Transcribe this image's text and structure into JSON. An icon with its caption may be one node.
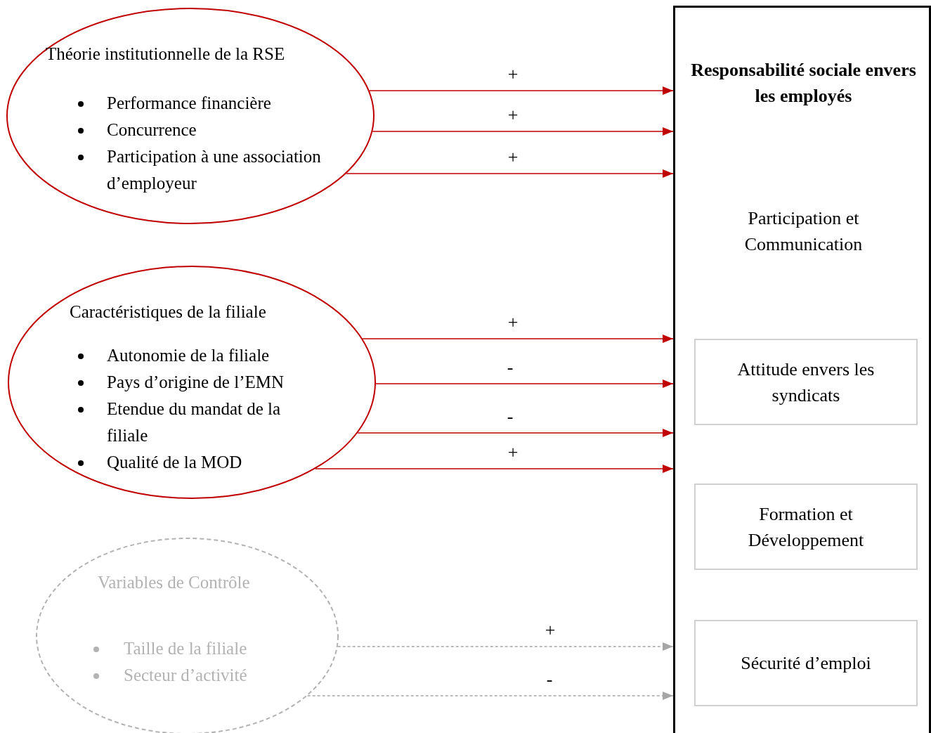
{
  "diagram": {
    "nodes": [
      {
        "text": [
          "Théorie institutionnelle de la RSE",
          "Performance financière",
          "Concurrence",
          "Participation à une association d’employeur"
        ]
      },
      {
        "text": [
          "Caractéristiques de la filiale",
          "Autonomie de la filiale",
          "Pays d’origine de l’EMN",
          "Etendue du mandat de la filiale",
          "Qualité de la MOD"
        ]
      },
      {
        "text": [
          "Variables de Contrôle",
          "Taille de la filiale",
          "Secteur d’activité"
        ]
      },
      {
        "text": [
          "Responsabilité sociale envers les employés",
          "Participation et Communication"
        ]
      },
      {
        "text": [
          "Attitude envers les syndicats"
        ],
        "in": 3
      },
      {
        "text": [
          "Formation et Développement"
        ],
        "in": 3
      },
      {
        "text": [
          "Sécurité d’emploi"
        ],
        "in": 3
      }
    ],
    "edges": [
      {
        "from": 0,
        "to": 3,
        "arrow": "to",
        "label": "+"
      },
      {
        "from": 0,
        "to": 3,
        "arrow": "to",
        "label": "+"
      },
      {
        "from": 0,
        "to": 3,
        "arrow": "to",
        "label": "+"
      },
      {
        "from": 1,
        "to": 3,
        "arrow": "to",
        "label": "+"
      },
      {
        "from": 1,
        "to": 3,
        "arrow": "to",
        "label": "-"
      },
      {
        "from": 1,
        "to": 3,
        "arrow": "to",
        "label": "-"
      },
      {
        "from": 1,
        "to": 3,
        "arrow": "to",
        "label": "+"
      },
      {
        "from": 2,
        "to": 3,
        "arrow": "to",
        "label": "+",
        "style": "dashed",
        "color": "#a6a6a6"
      },
      {
        "from": 2,
        "to": 3,
        "arrow": "to",
        "label": "-",
        "style": "dashed",
        "color": "#a6a6a6"
      }
    ]
  }
}
